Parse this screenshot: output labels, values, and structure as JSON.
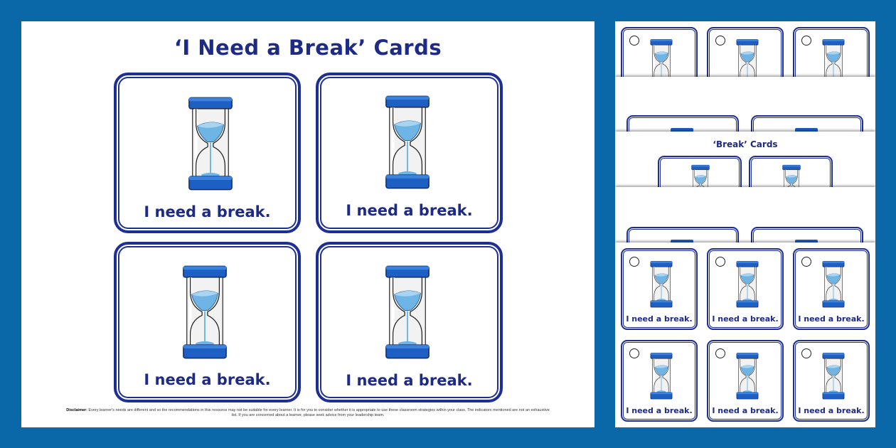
{
  "main": {
    "title": "‘I Need a Break’ Cards",
    "card_caption": "I need a break.",
    "disclaimer_label": "Disclaimer:",
    "disclaimer_text": "Every learner's needs are different and so the recommendations in this resource may not be suitable for every learner. It is for you to consider whether it is appropriate to use these classroom strategies within your class. The indicators mentioned are not an exhaustive list. If you are concerned about a learner, please seek advice from your leadership team."
  },
  "side": {
    "strip_title": "‘Break’ Cards",
    "mini_caption": "I need a break."
  },
  "colors": {
    "background": "#0a67a8",
    "card_border": "#1d2f92",
    "hourglass_blue": "#1e5fc4",
    "sand_light": "#6eb5e6",
    "text_navy": "#1d2a86"
  },
  "icons": [
    "hourglass-icon",
    "punch-hole-icon"
  ]
}
